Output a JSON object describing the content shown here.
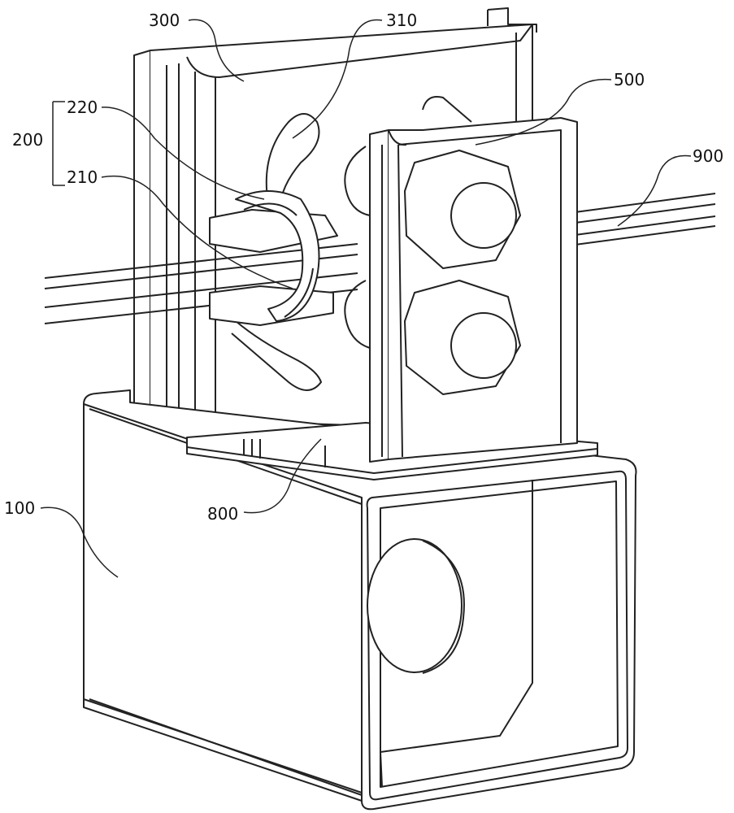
{
  "figure": {
    "labels": {
      "frame_100": "100",
      "clamp_assembly_200": "200",
      "part_210": "210",
      "part_220": "220",
      "channel_300": "300",
      "wing_310": "310",
      "channel_500": "500",
      "plate_800": "800",
      "rod_900": "900"
    },
    "colors": {
      "line": "#222222",
      "background": "#ffffff"
    }
  }
}
